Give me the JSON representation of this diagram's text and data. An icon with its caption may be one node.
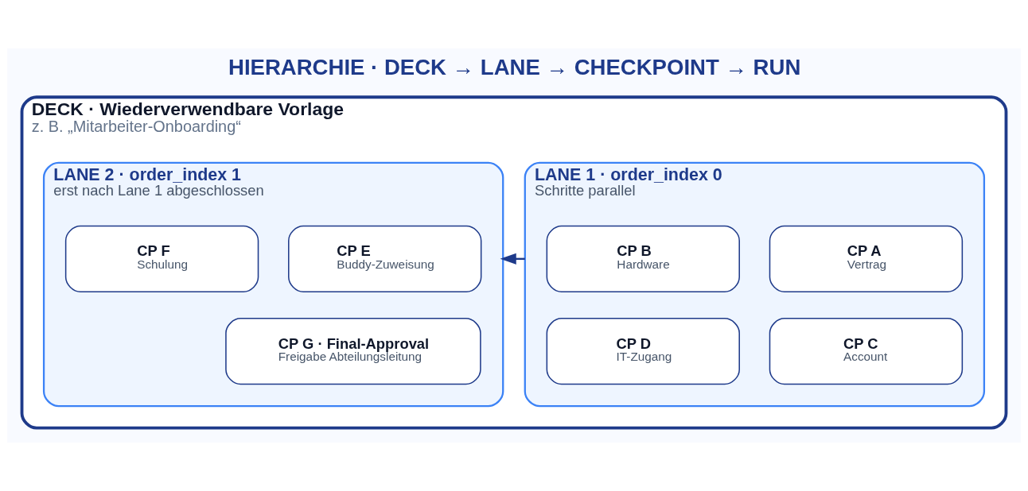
{
  "diagram": {
    "title": "HIERARCHIE · DECK → LANE → CHECKPOINT → RUN",
    "nodes": [
      {
        "text": [
          "DECK · Wiederverwendbare Vorlage",
          "z. B. „Mitarbeiter-Onboarding“"
        ]
      },
      {
        "text": [
          "LANE 1 · order_index 0",
          "Schritte parallel"
        ],
        "in": 0
      },
      {
        "text": [
          "CP A",
          "Vertrag"
        ],
        "in": 1
      },
      {
        "text": [
          "CP B",
          "Hardware"
        ],
        "in": 1
      },
      {
        "text": [
          "CP C",
          "Account"
        ],
        "in": 1
      },
      {
        "text": [
          "CP D",
          "IT-Zugang"
        ],
        "in": 1
      },
      {
        "text": [
          "LANE 2 · order_index 1",
          "erst nach Lane 1 abgeschlossen"
        ],
        "in": 0
      },
      {
        "text": [
          "CP E",
          "Buddy-Zuweisung"
        ],
        "in": 6
      },
      {
        "text": [
          "CP F",
          "Schulung"
        ],
        "in": 6
      },
      {
        "text": [
          "CP G · Final-Approval",
          "Freigabe Abteilungsleitung"
        ],
        "in": 6
      }
    ],
    "edges": [
      {
        "from": 1,
        "to": 6,
        "arrow": "to"
      }
    ]
  }
}
